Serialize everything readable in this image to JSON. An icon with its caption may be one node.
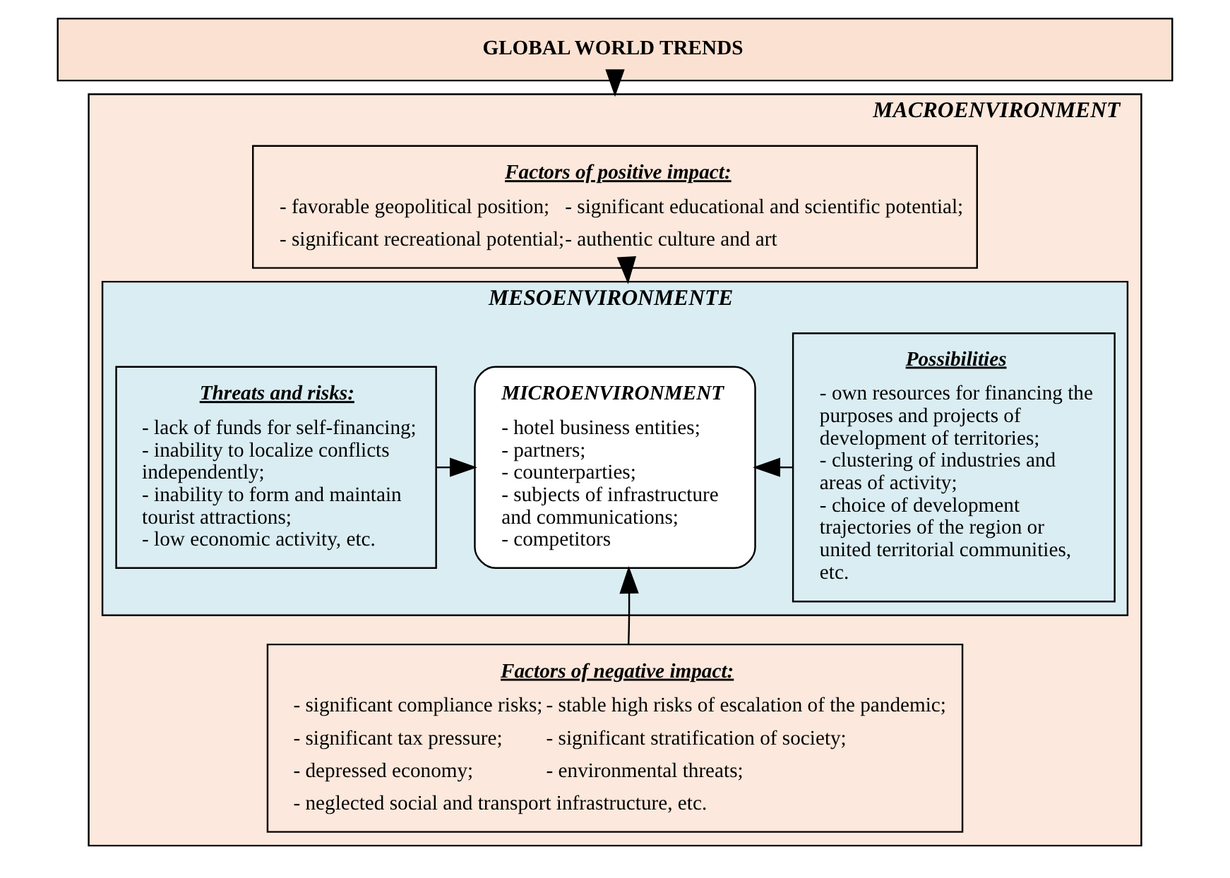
{
  "diagram": {
    "nodes": [
      {
        "text": [
          "GLOBAL WORLD TRENDS"
        ]
      },
      {
        "text": [
          "MACROENVIRONMENT"
        ]
      },
      {
        "text": [
          "Factors of positive impact:",
          "- favorable geopolitical position;",
          "- significant educational and scientific potential;",
          "- significant recreational potential;",
          "- authentic culture and art"
        ],
        "in": 1
      },
      {
        "text": [
          "MESOENVIRONMENTE"
        ],
        "in": 1
      },
      {
        "text": [
          "Possibilities",
          "- own resources for financing the purposes and projects of development of territories;",
          "- clustering of industries and areas of activity;",
          "- choice of development trajectories of the region or united territorial communities, etc."
        ],
        "in": 3
      },
      {
        "text": [
          "MICROENVIRONMENT",
          "- hotel business entities;",
          "- partners;",
          "- counterparties;",
          "- subjects of infrastructure and communications;",
          "- competitors"
        ],
        "in": 3
      },
      {
        "text": [
          "Threats and risks:",
          "- lack of funds for self-financing;",
          "- inability to localize conflicts independently;",
          "- inability to form and maintain tourist attractions;",
          "- low economic activity, etc."
        ],
        "in": 3
      },
      {
        "text": [
          "Factors of negative impact:",
          "- significant compliance risks;",
          "- stable high risks of escalation of the pandemic;",
          "- significant tax pressure;",
          "- significant stratification of society;",
          "- depressed economy;",
          "- environmental threats;",
          "- neglected social and transport infrastructure, etc."
        ],
        "in": 1
      }
    ],
    "edges": [
      {
        "from": 0,
        "to": 1,
        "arrow": "to"
      },
      {
        "from": 2,
        "to": 3,
        "arrow": "to"
      },
      {
        "from": 7,
        "to": 5,
        "arrow": "to"
      },
      {
        "from": 4,
        "to": 5,
        "arrow": "to"
      },
      {
        "from": 6,
        "to": 5,
        "arrow": "to"
      }
    ]
  }
}
